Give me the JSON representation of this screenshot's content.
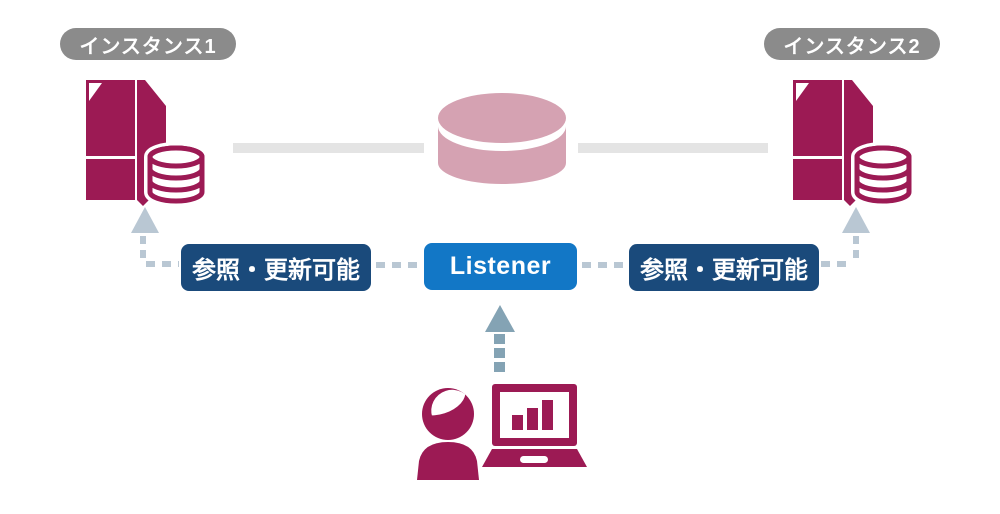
{
  "pills": {
    "instance1": "インスタンス1",
    "instance2": "インスタンス2"
  },
  "boxes": {
    "left_access": "参照・更新可能",
    "listener": "Listener",
    "right_access": "参照・更新可能"
  },
  "icons": {
    "server_left": "server-with-database-icon",
    "server_right": "server-with-database-icon",
    "central_database": "shared-database-cylinder-icon",
    "user": "user-icon",
    "laptop": "laptop-with-bar-chart-icon",
    "arrows": "dashed-up-arrow"
  },
  "colors": {
    "magenta": "#9c1a54",
    "pink": "#d5a2b2",
    "navy": "#1a4a7b",
    "blue": "#1277c6",
    "pill_gray": "#8b8b8b",
    "connector_gray": "#e4e4e4",
    "dash_light": "#b9c7d3",
    "arrow_steel": "#84a3b4"
  }
}
